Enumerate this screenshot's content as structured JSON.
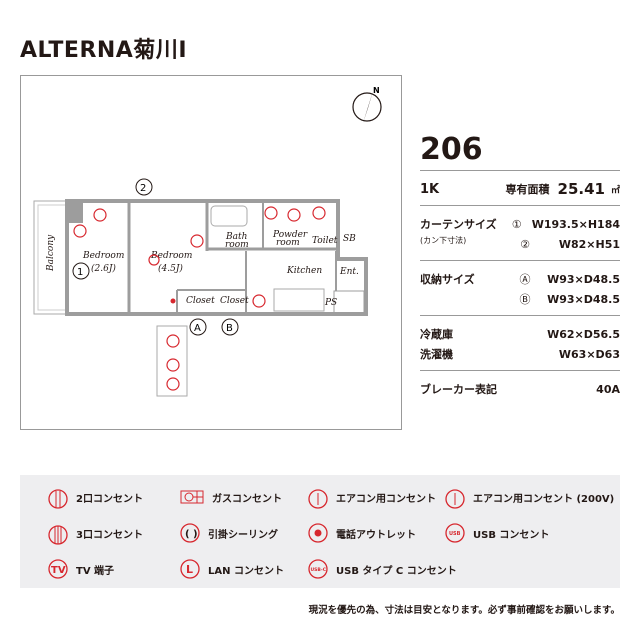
{
  "title": "ALTERNA菊川Ⅰ",
  "room": {
    "number": "206",
    "type": "1K",
    "area_label": "専有面積",
    "area_value": "25.41",
    "area_unit": "㎡"
  },
  "curtain": {
    "label": "カーテンサイズ",
    "sub": "(カン下寸法)",
    "items": [
      {
        "mark": "①",
        "value": "W193.5×H184"
      },
      {
        "mark": "②",
        "value": "W82×H51"
      }
    ]
  },
  "storage": {
    "label": "収納サイズ",
    "items": [
      {
        "mark": "Ⓐ",
        "value": "W93×D48.5"
      },
      {
        "mark": "Ⓑ",
        "value": "W93×D48.5"
      }
    ]
  },
  "fridge": {
    "label": "冷蔵庫",
    "value": "W62×D56.5"
  },
  "washer": {
    "label": "洗濯機",
    "value": "W63×D63"
  },
  "breaker": {
    "label": "ブレーカー表記",
    "value": "40A"
  },
  "plan": {
    "balcony": "Balcony",
    "bedroom1": "Bedroom",
    "bedroom1_size": "(2.6J)",
    "bedroom2": "Bedroom",
    "bedroom2_size": "(4.5J)",
    "bath": "Bath",
    "bath2": "room",
    "powder": "Powder",
    "powder2": "room",
    "toilet": "Toilet",
    "sb": "SB",
    "kitchen": "Kitchen",
    "ent": "Ent.",
    "closet_a": "Closet",
    "closet_b": "Closet",
    "ps": "PS",
    "mark1": "1",
    "mark2": "2",
    "markA": "A",
    "markB": "B",
    "compass": "N"
  },
  "legend": {
    "items": [
      "2口コンセント",
      "ガスコンセント",
      "エアコン用コンセント",
      "エアコン用コンセント (200V)",
      "3口コンセント",
      "引掛シーリング",
      "電話アウトレット",
      "USB コンセント",
      "TV 端子",
      "LAN コンセント",
      "USB タイプ C コンセント"
    ]
  },
  "note": "現況を優先の為、寸法は目安となります。必ず事前確認をお願いします。",
  "colors": {
    "accent": "#d7282f",
    "wall": "#9d9d9d",
    "legend_bg": "#eeeef0"
  }
}
